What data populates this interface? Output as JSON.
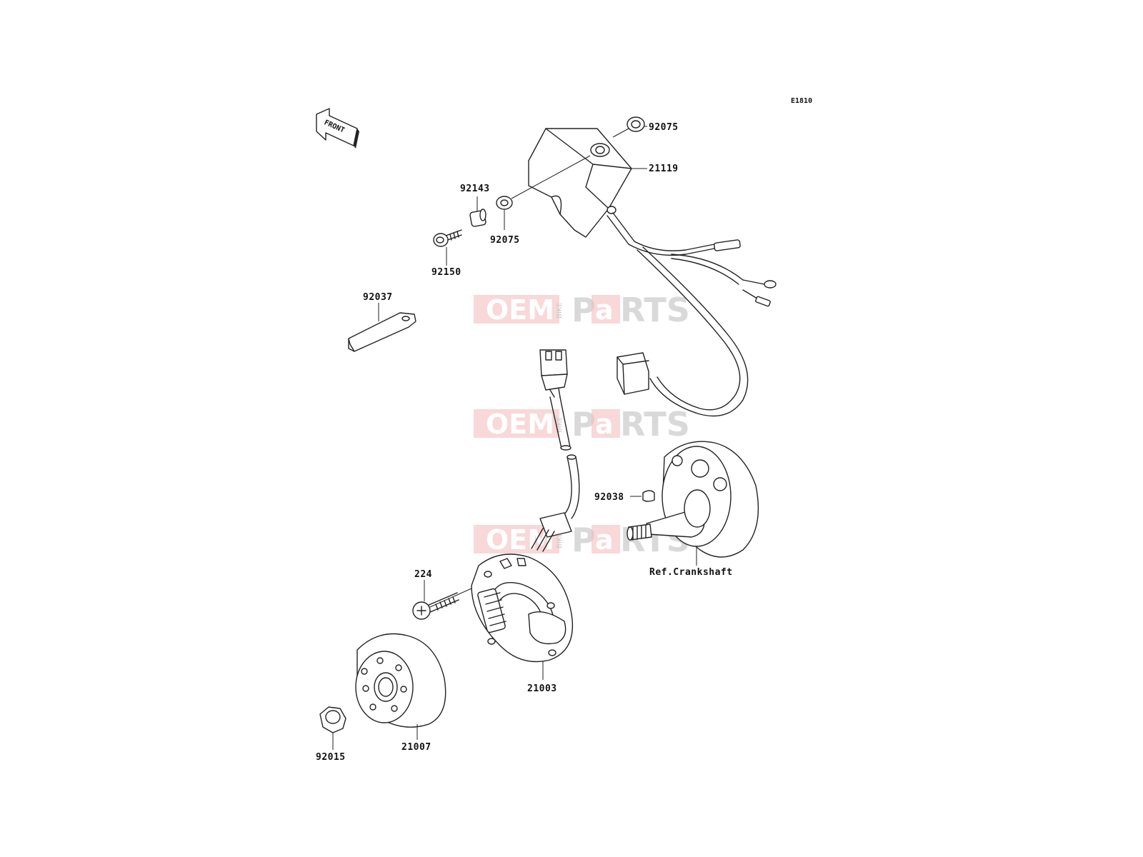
{
  "diagram": {
    "code": "E1810",
    "front_arrow_label": "FRONT",
    "reference_label": "Ref.Crankshaft",
    "parts": [
      {
        "number": "92075",
        "id": "grommet-top"
      },
      {
        "number": "21119",
        "id": "cdi-unit"
      },
      {
        "number": "92143",
        "id": "collar"
      },
      {
        "number": "92075",
        "id": "grommet-lower"
      },
      {
        "number": "92150",
        "id": "bolt"
      },
      {
        "number": "92037",
        "id": "clamp"
      },
      {
        "number": "92038",
        "id": "key"
      },
      {
        "number": "224",
        "id": "screw"
      },
      {
        "number": "21003",
        "id": "stator"
      },
      {
        "number": "21007",
        "id": "flywheel"
      },
      {
        "number": "92015",
        "id": "nut"
      }
    ]
  },
  "watermark": {
    "left": "OEM",
    "small": "BIKE",
    "p": "P",
    "a": "a",
    "rest": "RTS"
  }
}
